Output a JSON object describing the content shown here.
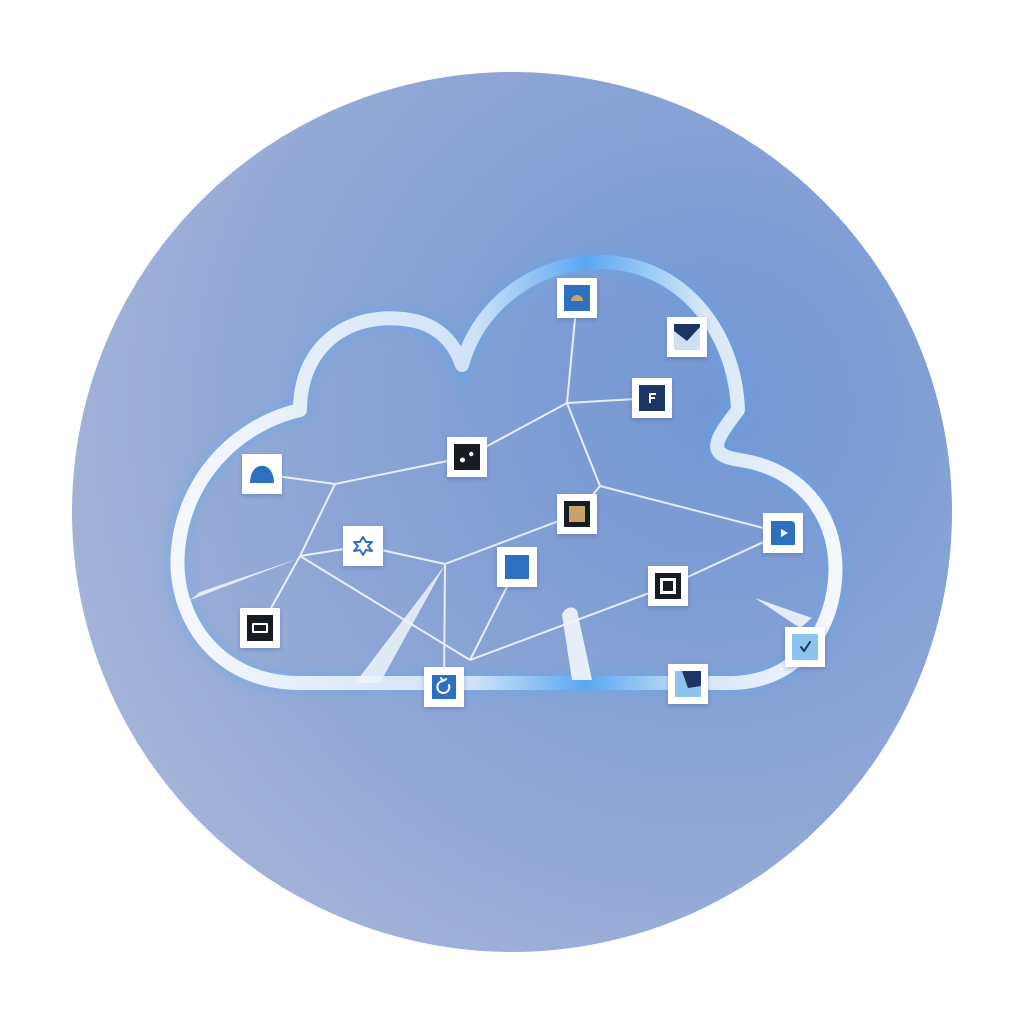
{
  "palette": {
    "page_background": "#ffffff",
    "disc_light": "#aab8d8",
    "disc_mid": "#8ea6d6",
    "disc_deep": "#7497d4",
    "cloud_outline": "#eef4fb",
    "cloud_glow": "#5aa7f2",
    "link_lines": "#f4f8fc",
    "tile_frame": "#ffffff",
    "tile_navy": "#1d3566",
    "tile_black": "#141a24",
    "tile_blue": "#2d6fc0",
    "tile_sky": "#8cc4ef",
    "tile_tan": "#c6a56a"
  },
  "nodes": [
    {
      "id": "n1",
      "icon": "gauge-icon",
      "fill": "blue"
    },
    {
      "id": "n2",
      "icon": "mountain-icon",
      "fill": "navy"
    },
    {
      "id": "n3",
      "icon": "letter-f-icon",
      "fill": "navy"
    },
    {
      "id": "n4",
      "icon": "dots-icon",
      "fill": "black"
    },
    {
      "id": "n5",
      "icon": "dome-icon",
      "fill": "blue"
    },
    {
      "id": "n6",
      "icon": "square-tan-icon",
      "fill": "black"
    },
    {
      "id": "n7",
      "icon": "gear-icon",
      "fill": "blue"
    },
    {
      "id": "n8",
      "icon": "chat-icon",
      "fill": "blue"
    },
    {
      "id": "n9",
      "icon": "play-icon",
      "fill": "blue"
    },
    {
      "id": "n10",
      "icon": "frame-icon",
      "fill": "black"
    },
    {
      "id": "n11",
      "icon": "window-icon",
      "fill": "black"
    },
    {
      "id": "n12",
      "icon": "check-icon",
      "fill": "sky"
    },
    {
      "id": "n13",
      "icon": "refresh-icon",
      "fill": "blue"
    },
    {
      "id": "n14",
      "icon": "chart-icon",
      "fill": "navy"
    }
  ]
}
